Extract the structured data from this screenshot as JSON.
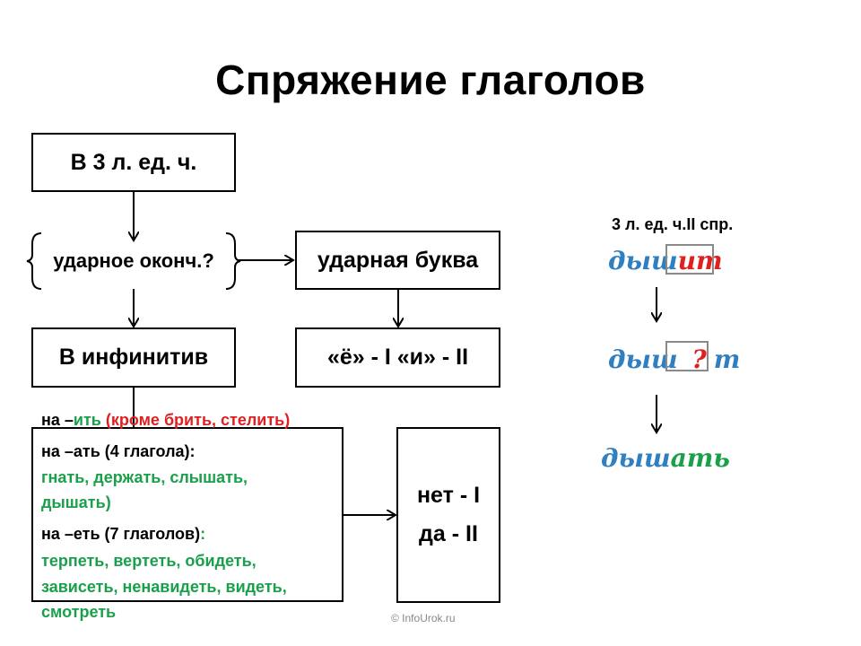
{
  "title": "Спряжение глаголов",
  "flow": {
    "box1": "В 3 л. ед. ч.",
    "box2": "ударное оконч.?",
    "box3": "ударная  буква",
    "box4": "В инфинитив",
    "box5": "«ё» - I  «и» - II",
    "box6": {
      "line1": "нет  - I",
      "line2": "да - II"
    }
  },
  "rules": {
    "row1": {
      "prefix": "на –",
      "ending": "ить",
      "exception": " (кроме брить, стелить)"
    },
    "row2": "на –ать (4 глагола):",
    "row3": "гнать, держать, слышать,",
    "row4": "дышать)",
    "row5": {
      "text": "на –еть (7 глаголов)",
      "colon": ":"
    },
    "row6": "терпеть, вертеть, обидеть,",
    "row7": "зависеть, ненавидеть, видеть,",
    "row8": "смотреть"
  },
  "example": {
    "label": "3 л. ед. ч.II спр.",
    "word1": {
      "stem": "дыш",
      "ending": "ит"
    },
    "word2": {
      "stem": "дыш",
      "mark": "?",
      "ending": "т"
    },
    "word3": {
      "stem": "дыш",
      "ending": "ать"
    }
  },
  "footer": "© InfoUrok.ru",
  "colors": {
    "green": "#1aa04a",
    "red": "#e02020",
    "script_blue": "#2f7fc1"
  }
}
